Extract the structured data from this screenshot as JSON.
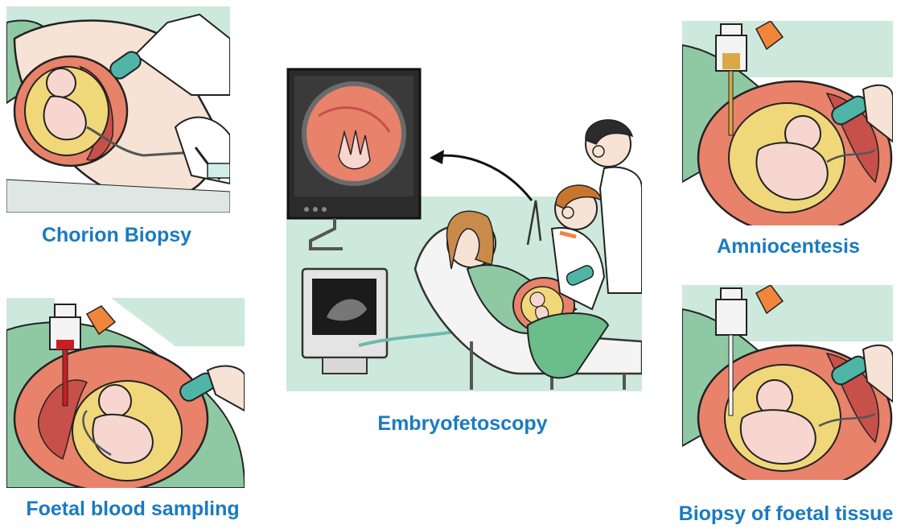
{
  "captions": {
    "chorion_biopsy": "Chorion Biopsy",
    "foetal_blood_sampling": "Foetal blood sampling",
    "embryofetoscopy": "Embryofetoscopy",
    "amniocentesis": "Amniocentesis",
    "biopsy_of_foetal_tissue": "Biopsy of foetal tissue"
  },
  "colors": {
    "caption": "#1a7bc0",
    "skin": "#f6e3d6",
    "uterus": "#e8826a",
    "placenta": "#c8504a",
    "amniotic": "#f0d77a",
    "blanket": "#8fc9a3",
    "probe": "#4fb5a7",
    "blood": "#c81e24"
  }
}
